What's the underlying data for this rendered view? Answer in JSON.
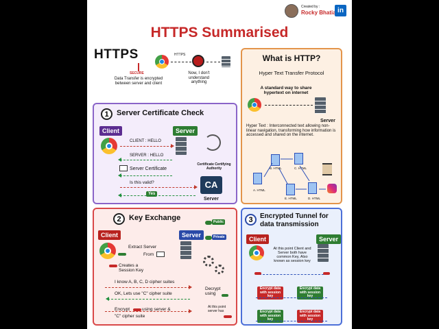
{
  "header": {
    "created_by": "Created by :",
    "author": "Rocky Bhatia",
    "linkedin": "in"
  },
  "title": "HTTPS Summarised",
  "intro": {
    "https_word": "HTTPS",
    "secure_label": "SECURE",
    "secure_desc": "Data Transfer is encrypted between server and client",
    "link_label": "HTTPS",
    "hacker_text": "Now, I don't understand anything"
  },
  "http_box": {
    "title": "What is HTTP?",
    "subtitle": "Hyper Text Transfer Protocol",
    "std_way": "A standard way to share hypertext on internet",
    "server": "Server",
    "hypertext_desc": "Hyper Text : Interconnected text allowing non-linear navigation, transforming how information is accessed and shared on the internet.",
    "pages": [
      "B. HTML",
      "C. HTML",
      "A. HTML",
      "E. HTML",
      "D. HTML"
    ]
  },
  "section1": {
    "number": "1",
    "title": "Server Certificate Check",
    "client": "Client",
    "server": "Server",
    "msg_hello_client": "CLIENT : HELLO",
    "msg_hello_server": "SERVER : HELLO",
    "msg_cert": "Server Certificate",
    "msg_valid": "Is this valid?",
    "msg_yes": "Yes",
    "ca_label": "Certificate Certifying Authority",
    "ca": "CA",
    "ca_server": "Server"
  },
  "section2": {
    "number": "2",
    "title": "Key Exchange",
    "public": "Public",
    "private": "Private",
    "client": "Client",
    "server": "Server",
    "extract": "Extract Server",
    "from": "From",
    "creates": "Creates a Session Key",
    "msg_suites": "I know A, B, C, D cipher suites",
    "msg_ok": "OK, Lets use \"C\" cipher suite",
    "decrypt": "Decrypt using",
    "encrypt_a": "Encrypt",
    "encrypt_b": "using server &",
    "encrypt_c": "\"C\" cipher suite",
    "at_this_point": "At this point server has"
  },
  "section3": {
    "number": "3",
    "title_line1": "Encrypted Tunnel for",
    "title_line2": "data transmission",
    "client": "Client",
    "server": "Server",
    "desc": "At this point Client and Server both have common Key, Also known as session key",
    "chip_text": "Encrypt data with session key"
  },
  "colors": {
    "title_red": "#c62828",
    "purple": "#5c2d91",
    "green": "#2e7d32",
    "orange": "#e3944a",
    "blue": "#2a4aa8"
  }
}
